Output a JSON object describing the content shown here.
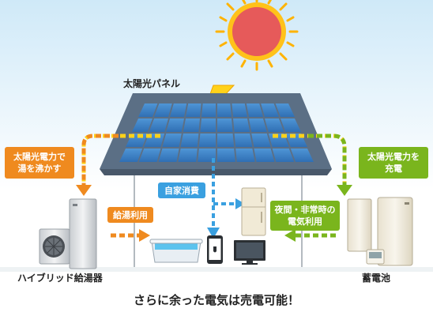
{
  "labels": {
    "solar_panel": "太陽光パネル",
    "water_heater": "ハイブリッド給湯器",
    "battery": "蓄電池",
    "caption": "さらに余った電気は売電可能！"
  },
  "boxes": {
    "boil_water": [
      "太陽光電力で",
      "湯を沸かす"
    ],
    "charge": [
      "太陽光電力を",
      "充電"
    ],
    "hot_water_use": "給湯利用",
    "self_consumption": "自家消費",
    "night_emergency": [
      "夜間・非常時の",
      "電気利用"
    ]
  },
  "colors": {
    "orange": "#ef8a1f",
    "green": "#7ab51d",
    "blue": "#3aa0e0",
    "yellow": "#ffd21a",
    "sun": "#e65a5a",
    "roof": "#5b6f85",
    "panel_cell": "#3f83c8"
  },
  "icons": [
    "sun-icon",
    "lightning-icon",
    "water-heater-icon",
    "battery-icon",
    "bathtub-icon",
    "smartphone-icon",
    "tv-icon",
    "fridge-icon"
  ]
}
